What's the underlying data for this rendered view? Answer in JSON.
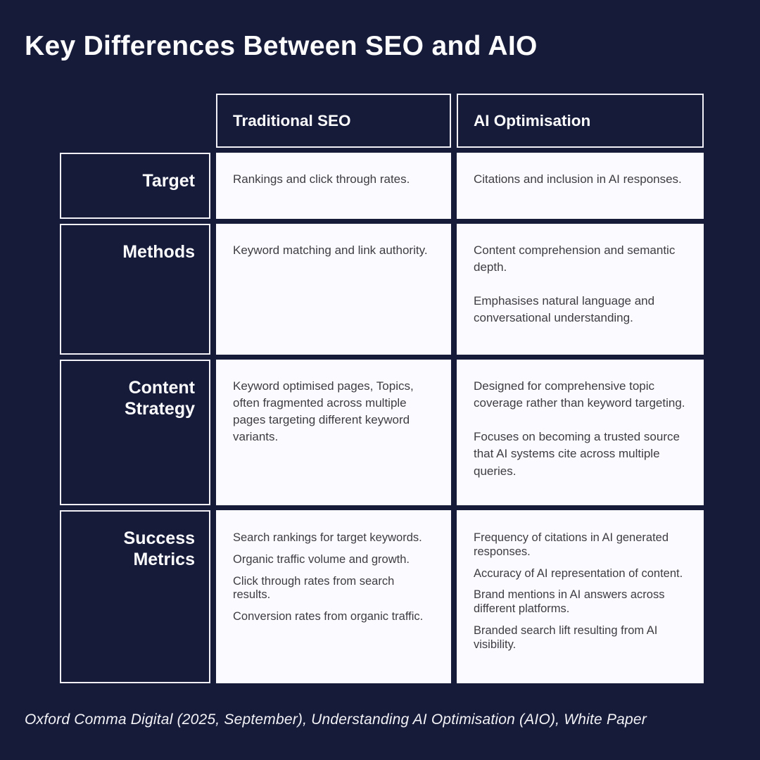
{
  "title": "Key Differences Between SEO and AIO",
  "footer": "Oxford Comma Digital (2025, September), Understanding AI Optimisation (AIO), White Paper",
  "colors": {
    "background_navy": "#161b39",
    "box_border_white": "#f1f0f6",
    "cell_background": "#fbfaff",
    "cell_text": "#3e3d42",
    "heading_text": "#fcfcfd"
  },
  "chart_data": {
    "type": "table",
    "title": "Key Differences Between SEO and AIO",
    "columns": [
      "Traditional SEO",
      "AI Optimisation"
    ],
    "rows": [
      {
        "label": "Target",
        "traditional_seo": [
          "Rankings and click through rates."
        ],
        "ai_optimisation": [
          "Citations and inclusion in AI responses."
        ]
      },
      {
        "label": "Methods",
        "traditional_seo": [
          "Keyword matching and link authority."
        ],
        "ai_optimisation": [
          "Content comprehension and semantic depth.",
          "Emphasises natural language and conversational understanding."
        ]
      },
      {
        "label": "Content Strategy",
        "traditional_seo": [
          "Keyword optimised pages, Topics, often fragmented across multiple pages targeting different keyword variants."
        ],
        "ai_optimisation": [
          "Designed for comprehensive topic coverage rather than keyword targeting.",
          "Focuses on becoming a trusted source that AI systems cite across multiple queries."
        ]
      },
      {
        "label": "Success Metrics",
        "traditional_seo": [
          "Search rankings for target keywords.",
          "Organic traffic volume and growth.",
          "Click through rates from search results.",
          "Conversion rates from organic traffic."
        ],
        "ai_optimisation": [
          "Frequency of citations in AI generated responses.",
          "Accuracy of AI representation of content.",
          "Brand mentions in AI answers across different platforms.",
          "Branded search lift resulting from AI visibility."
        ]
      }
    ]
  }
}
